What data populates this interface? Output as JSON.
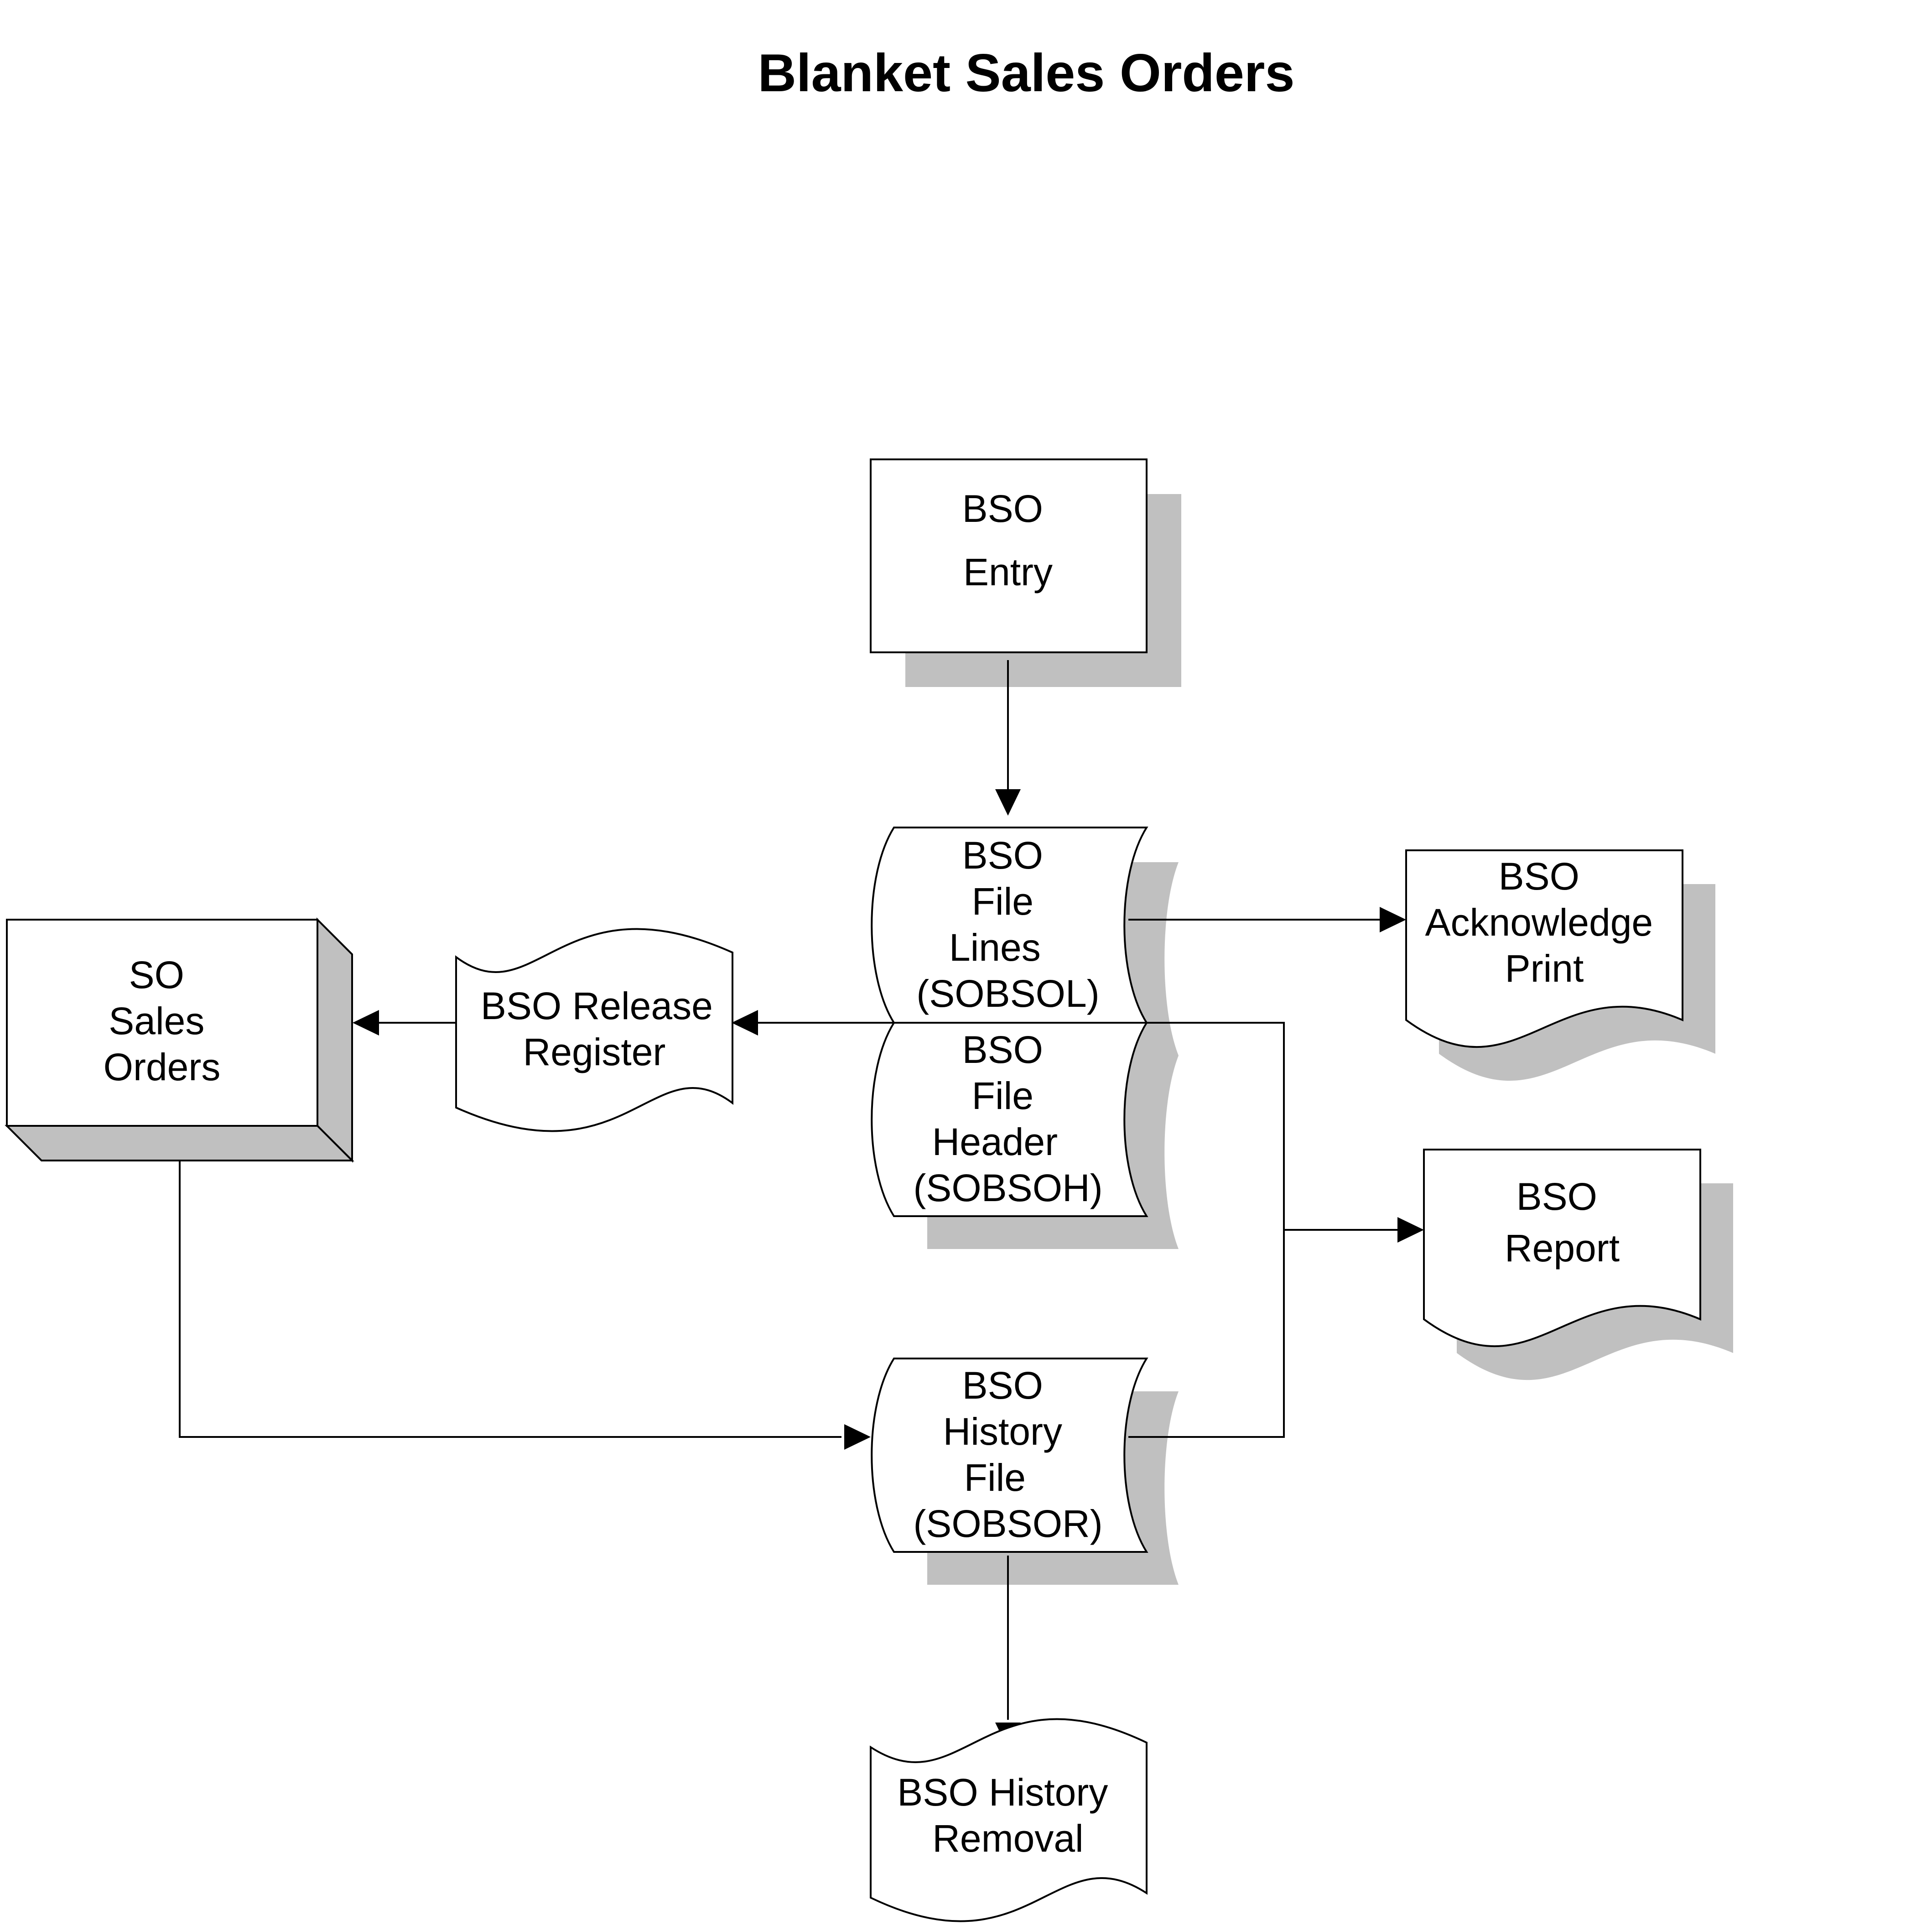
{
  "title": "Blanket Sales Orders",
  "colors": {
    "stroke": "#000000",
    "fill": "#ffffff",
    "shadow": "#c0c0c0"
  },
  "nodes": {
    "bso_entry": {
      "shape": "process",
      "lines": [
        "BSO",
        "Entry"
      ]
    },
    "bso_file_lines": {
      "shape": "stored-data",
      "lines": [
        "BSO",
        "File",
        "Lines",
        "(SOBSOL)"
      ]
    },
    "bso_file_header": {
      "shape": "stored-data",
      "lines": [
        "BSO",
        "File",
        "Header",
        "(SOBSOH)"
      ]
    },
    "bso_acknowledge_print": {
      "shape": "document",
      "lines": [
        "BSO",
        "Acknowledge",
        "Print"
      ]
    },
    "bso_report": {
      "shape": "document",
      "lines": [
        "BSO",
        "Report"
      ]
    },
    "bso_release_register": {
      "shape": "punched-tape",
      "lines": [
        "BSO Release",
        "Register"
      ]
    },
    "so_sales_orders": {
      "shape": "3d-box",
      "lines": [
        "SO",
        "Sales",
        "Orders"
      ]
    },
    "bso_history_file": {
      "shape": "stored-data",
      "lines": [
        "BSO",
        "History",
        "File",
        "(SOBSOR)"
      ]
    },
    "bso_history_removal": {
      "shape": "punched-tape",
      "lines": [
        "BSO History",
        "Removal"
      ]
    }
  },
  "edges": [
    {
      "from": "bso_entry",
      "to": "bso_file_lines"
    },
    {
      "from": "bso_file_lines",
      "to": "bso_acknowledge_print"
    },
    {
      "from": "bso_file_lines",
      "to": "bso_release_register"
    },
    {
      "from": "bso_release_register",
      "to": "so_sales_orders"
    },
    {
      "from": "so_sales_orders",
      "to": "bso_history_file"
    },
    {
      "from": "bso_file_lines",
      "to": "bso_report"
    },
    {
      "from": "bso_history_file",
      "to": "bso_report"
    },
    {
      "from": "bso_history_file",
      "to": "bso_history_removal"
    }
  ]
}
